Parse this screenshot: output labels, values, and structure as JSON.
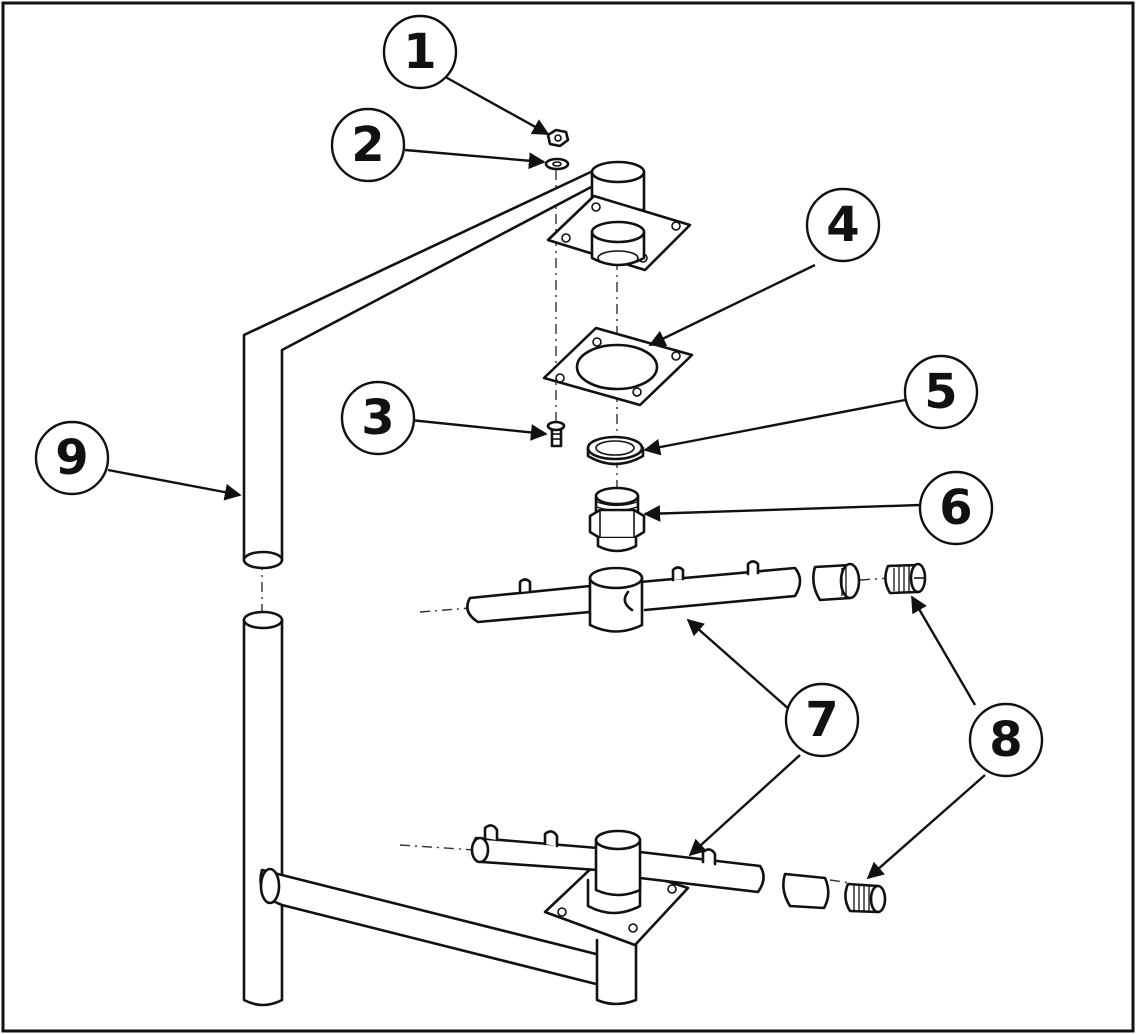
{
  "callouts": {
    "c1": "1",
    "c2": "2",
    "c3": "3",
    "c4": "4",
    "c5": "5",
    "c6": "6",
    "c7a": "7",
    "c7b": "7",
    "c8a": "8",
    "c8b": "8",
    "c9": "9"
  },
  "colors": {
    "line": "#111111",
    "background": "#ffffff"
  }
}
